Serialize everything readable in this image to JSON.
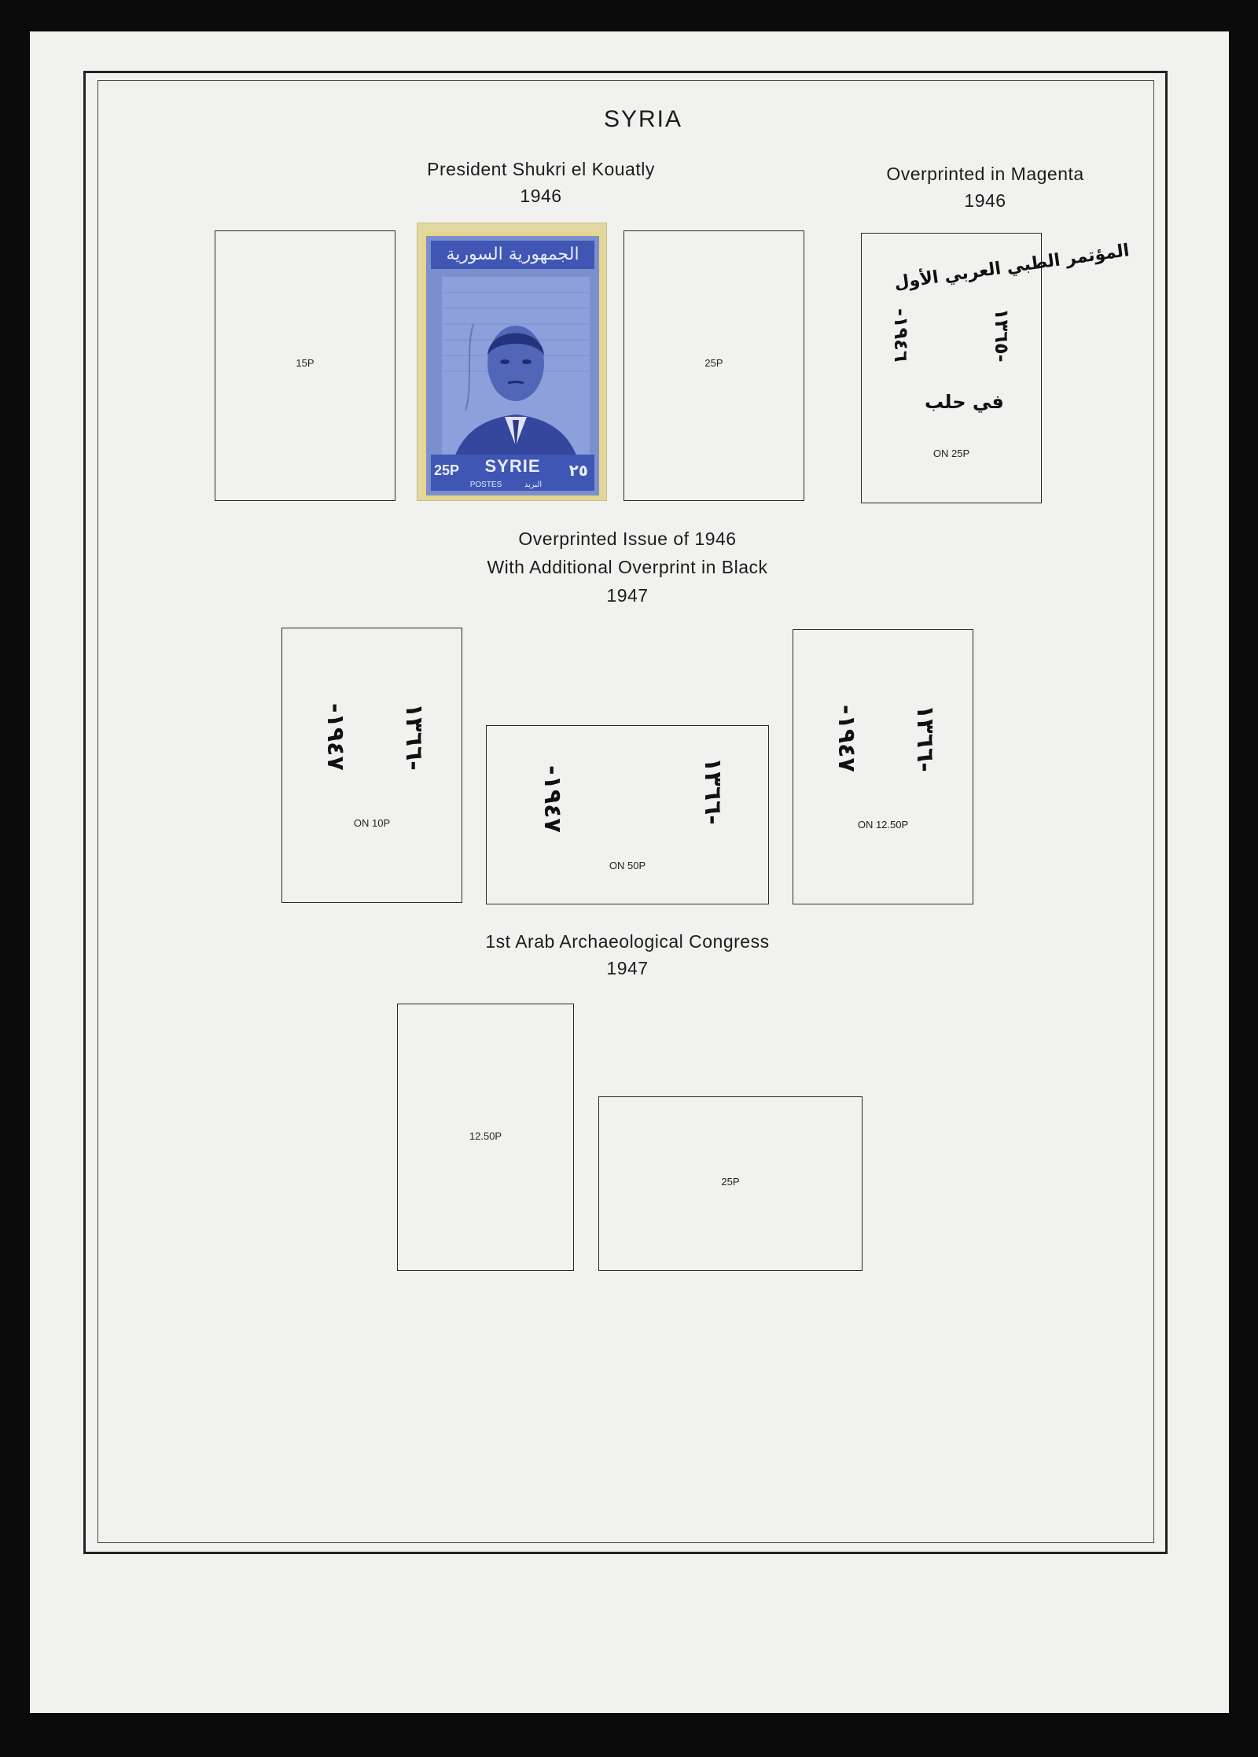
{
  "page": {
    "title": "SYRIA",
    "sections": [
      {
        "id": "kouatly",
        "lines": [
          "President Shukri el Kouatly",
          "1946"
        ]
      },
      {
        "id": "magenta",
        "lines": [
          "Overprinted in Magenta",
          "1946"
        ]
      },
      {
        "id": "overprinted",
        "lines": [
          "Overprinted Issue of 1946",
          "With Additional Overprint in Black",
          "1947"
        ]
      },
      {
        "id": "congress",
        "lines": [
          "1st Arab Archaeological Congress",
          "1947"
        ]
      }
    ],
    "spaces": {
      "s15p": "15P",
      "s25p": "25P",
      "on25p": "ON 25P",
      "on10p": "ON 10P",
      "on50p": "ON 50P",
      "on1250p": "ON 12.50P",
      "s1250p": "12.50P",
      "s25p_congress": "25P"
    },
    "overprints": {
      "magenta_arc": "المؤتمر الطبي العربي الأول",
      "magenta_left": "١٩٤٦-",
      "magenta_right": "-١٣٦٥",
      "magenta_bottom": "في حلب",
      "black_left": "١٩٤٧-",
      "black_right": "-١٣٦٦"
    },
    "stamp": {
      "top_text": "الجمهورية السورية",
      "country": "SYRIE",
      "value": "25P",
      "value_arabic": "٢٥",
      "postes": "POSTES",
      "arabic_small": "البريد",
      "colors": {
        "blue": "#3f56b5",
        "paper": "#e5d68a"
      }
    }
  }
}
